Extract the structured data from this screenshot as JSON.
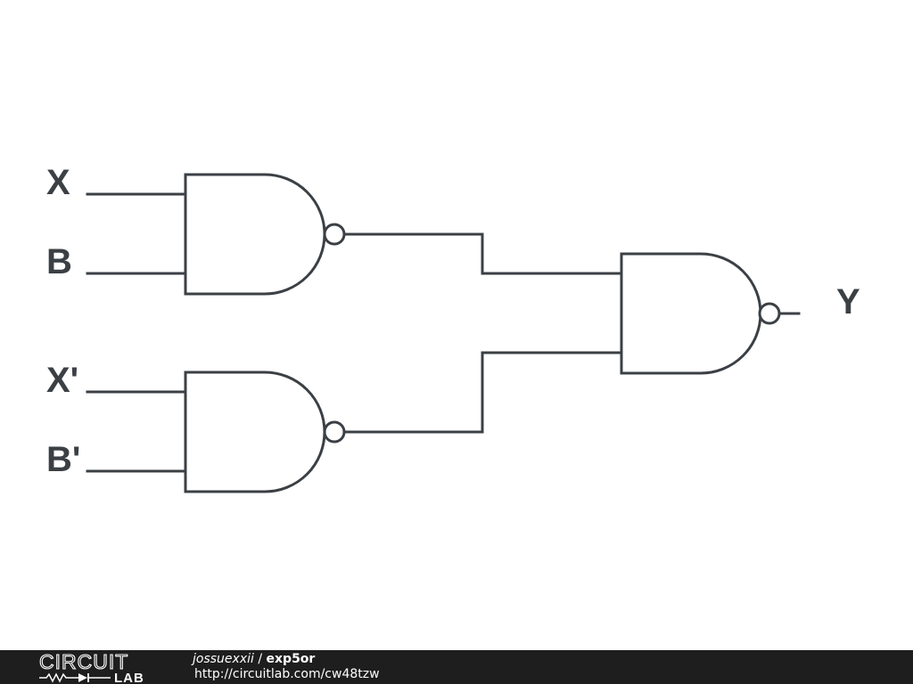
{
  "diagram": {
    "inputs": [
      {
        "id": "in1",
        "label": "X"
      },
      {
        "id": "in2",
        "label": "B"
      },
      {
        "id": "in3",
        "label": "X'"
      },
      {
        "id": "in4",
        "label": "B'"
      }
    ],
    "output": {
      "label": "Y"
    },
    "gates": [
      {
        "id": "nand1",
        "type": "NAND"
      },
      {
        "id": "nand2",
        "type": "NAND"
      },
      {
        "id": "nand3",
        "type": "NAND"
      }
    ]
  },
  "footer": {
    "logo_top": "CIRCUIT",
    "logo_bottom": "LAB",
    "username": "jossuexxii",
    "separator": " / ",
    "project": "exp5or",
    "url": "http://circuitlab.com/cw48tzw"
  }
}
